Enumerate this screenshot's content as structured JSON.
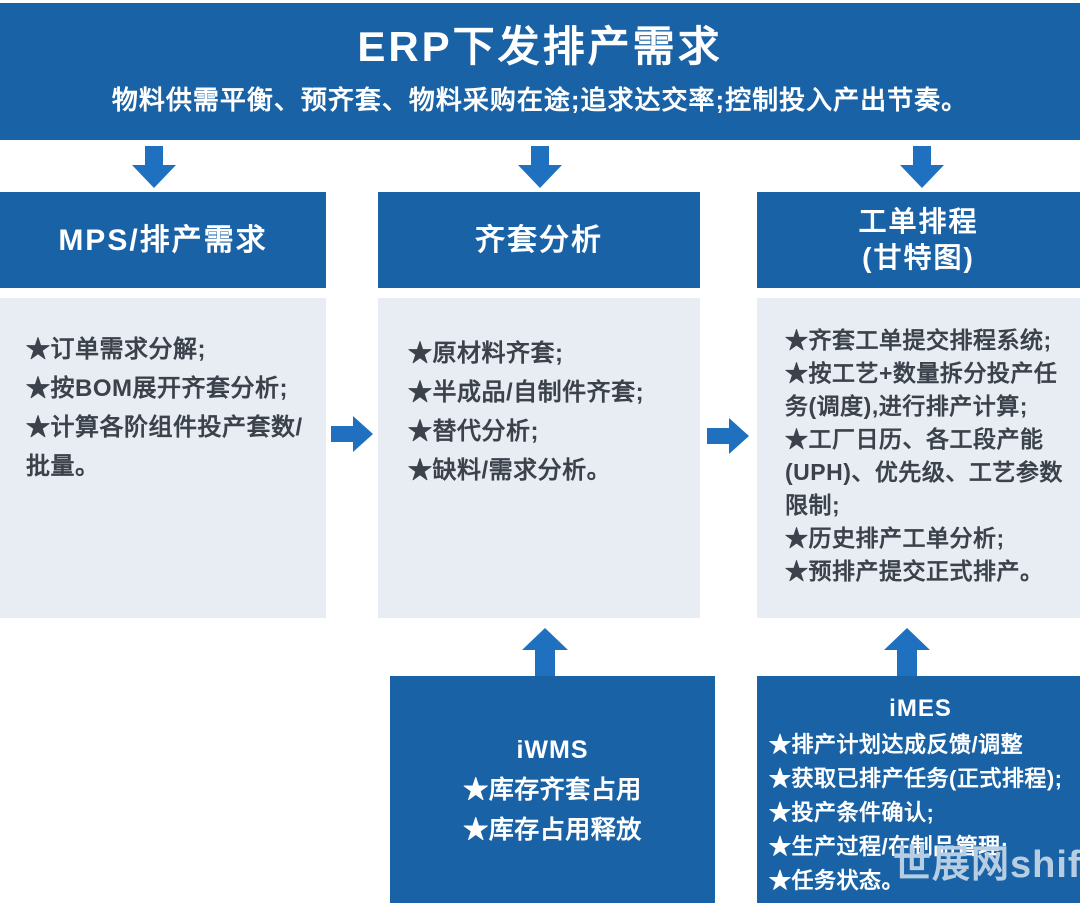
{
  "banner": {
    "title": "ERP下发排产需求",
    "subtitle": "物料供需平衡、预齐套、物料采购在途;追求达交率;控制投入产出节奏。"
  },
  "columns": [
    {
      "header": "MPS/排产需求",
      "items": [
        "★订单需求分解;",
        "★按BOM展开齐套分析;",
        "★计算各阶组件投产套数/批量。"
      ]
    },
    {
      "header": "齐套分析",
      "items": [
        "★原材料齐套;",
        "★半成品/自制件齐套;",
        "★替代分析;",
        "★缺料/需求分析。"
      ]
    },
    {
      "header": "工单排程\n(甘特图)",
      "items": [
        "★齐套工单提交排程系统;",
        "★按工艺+数量拆分投产任务(调度),进行排产计算;",
        "★工厂日历、各工段产能(UPH)、优先级、工艺参数限制;",
        "★历史排产工单分析;",
        "★预排产提交正式排产。"
      ]
    }
  ],
  "bottom_boxes": [
    {
      "title": "iWMS",
      "items": [
        "★库存齐套占用",
        "★库存占用释放"
      ]
    },
    {
      "title": "iMES",
      "items": [
        "★排产计划达成反馈/调整",
        "★获取已排产任务(正式排程);",
        "★投产条件确认;",
        "★生产过程/在制品管理;",
        "★任务状态。"
      ]
    }
  ],
  "watermark": "世展网shifair.",
  "colors": {
    "blue": "#1a62a6",
    "arrow": "#1f70bf",
    "light": "#e8ecf3",
    "text_dark": "#3c424b",
    "watermark": "#b7cee2"
  }
}
